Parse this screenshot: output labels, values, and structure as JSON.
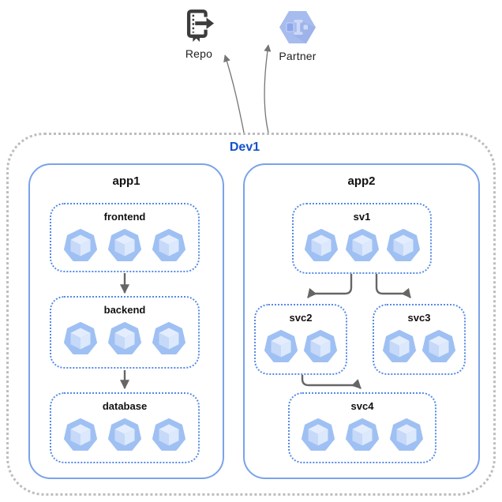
{
  "boundary": {
    "label": "Dev1"
  },
  "external": {
    "repo": {
      "label": "Repo",
      "icon": "source-repository-icon"
    },
    "partner": {
      "label": "Partner",
      "icon": "partner-interconnect-icon"
    }
  },
  "apps": [
    {
      "label": "app1",
      "services": [
        {
          "label": "frontend",
          "pods": 3
        },
        {
          "label": "backend",
          "pods": 3
        },
        {
          "label": "database",
          "pods": 3
        }
      ]
    },
    {
      "label": "app2",
      "services": [
        {
          "label": "sv1",
          "pods": 3
        },
        {
          "label": "svc2",
          "pods": 2
        },
        {
          "label": "svc3",
          "pods": 2
        },
        {
          "label": "svc4",
          "pods": 3
        }
      ]
    }
  ],
  "edges": [
    {
      "from": "frontend",
      "to": "backend"
    },
    {
      "from": "backend",
      "to": "database"
    },
    {
      "from": "sv1",
      "to": "svc2"
    },
    {
      "from": "sv1",
      "to": "svc3"
    },
    {
      "from": "svc2",
      "to": "svc4"
    },
    {
      "from": "Dev1",
      "to": "Repo"
    },
    {
      "from": "Dev1",
      "to": "Partner"
    }
  ],
  "colors": {
    "boundary_border": "#bdbdbd",
    "app_border": "#7aa3ea",
    "service_border": "#568ae8",
    "dev_label": "#1253cc",
    "arrow": "#666666",
    "curve_arrow": "#757575",
    "pod_fill": "#9fc0f3",
    "pod_cube_top": "#e4edfd",
    "pod_cube_left": "#c6d9f9",
    "pod_cube_right": "#dce9fc",
    "partner_hex": "#a7bcee",
    "repo_icon": "#3c3c3c",
    "label_text": "#111111"
  }
}
